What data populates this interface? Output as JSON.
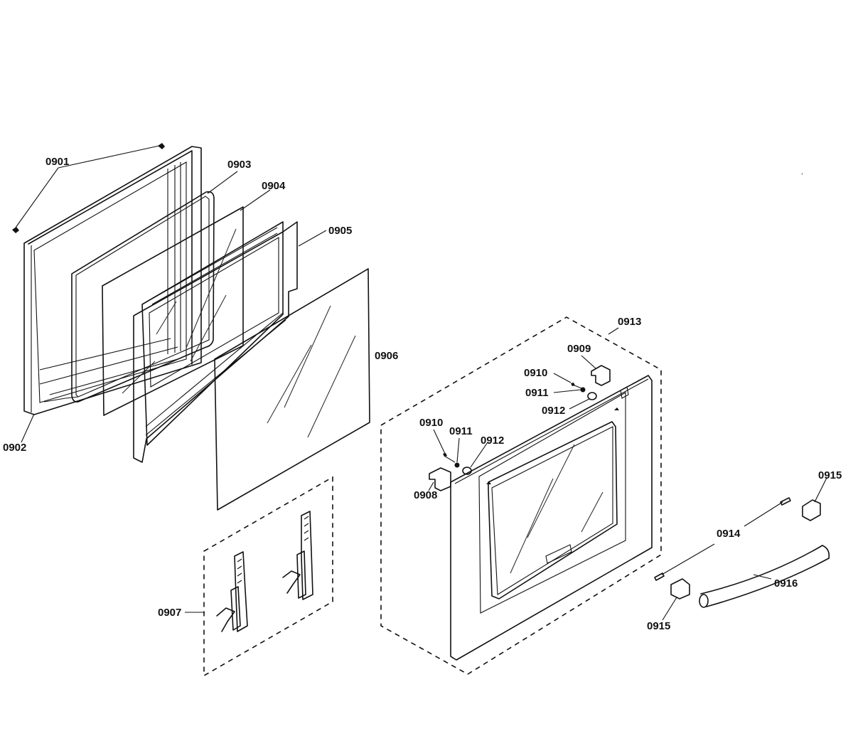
{
  "diagram": {
    "part_labels": {
      "p0901": "0901",
      "p0902": "0902",
      "p0903": "0903",
      "p0904": "0904",
      "p0905": "0905",
      "p0906": "0906",
      "p0907": "0907",
      "p0908": "0908",
      "p0909": "0909",
      "p0910a": "0910",
      "p0910b": "0910",
      "p0911a": "0911",
      "p0911b": "0911",
      "p0912a": "0912",
      "p0912b": "0912",
      "p0913": "0913",
      "p0914": "0914",
      "p0915a": "0915",
      "p0915b": "0915",
      "p0916": "0916"
    }
  }
}
